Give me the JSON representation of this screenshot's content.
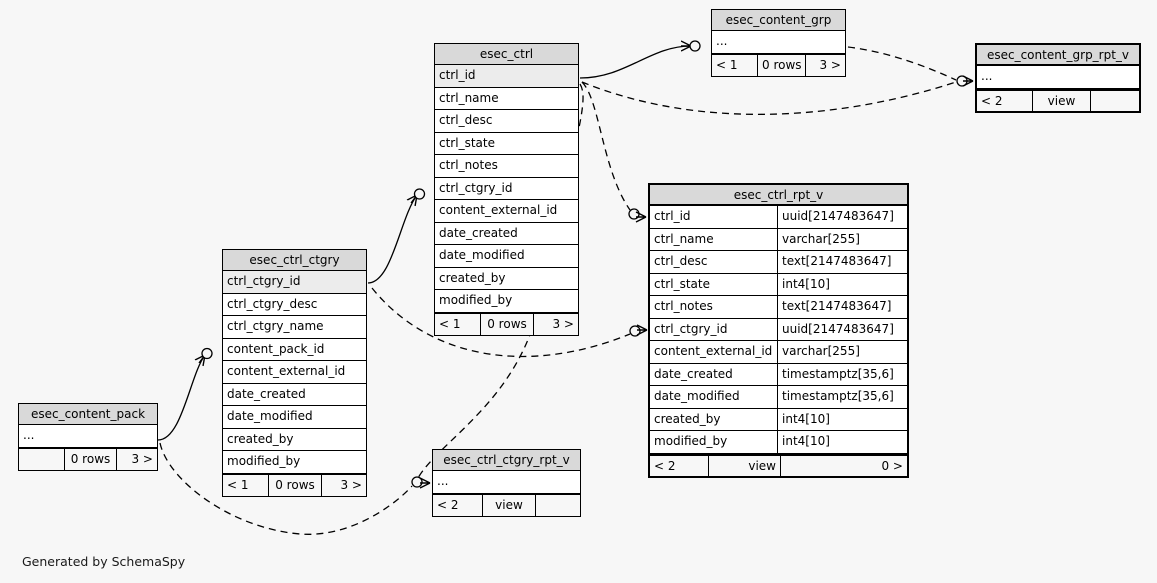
{
  "diagram": {
    "generator_note": "Generated by SchemaSpy",
    "background": "#f7f7f7",
    "header_fill": "#d9d9d9",
    "pk_fill": "#ececec"
  },
  "tables": {
    "esec_ctrl": {
      "name": "esec_ctrl",
      "kind": "table",
      "columns": [
        {
          "name": "ctrl_id",
          "pk": true
        },
        {
          "name": "ctrl_name",
          "pk": false
        },
        {
          "name": "ctrl_desc",
          "pk": false
        },
        {
          "name": "ctrl_state",
          "pk": false
        },
        {
          "name": "ctrl_notes",
          "pk": false
        },
        {
          "name": "ctrl_ctgry_id",
          "pk": false
        },
        {
          "name": "content_external_id",
          "pk": false
        },
        {
          "name": "date_created",
          "pk": false
        },
        {
          "name": "date_modified",
          "pk": false
        },
        {
          "name": "created_by",
          "pk": false
        },
        {
          "name": "modified_by",
          "pk": false
        }
      ],
      "footer": {
        "left": "< 1",
        "center": "0 rows",
        "right": "3 >"
      }
    },
    "esec_ctrl_ctgry": {
      "name": "esec_ctrl_ctgry",
      "kind": "table",
      "columns": [
        {
          "name": "ctrl_ctgry_id",
          "pk": true
        },
        {
          "name": "ctrl_ctgry_desc",
          "pk": false
        },
        {
          "name": "ctrl_ctgry_name",
          "pk": false
        },
        {
          "name": "content_pack_id",
          "pk": false
        },
        {
          "name": "content_external_id",
          "pk": false
        },
        {
          "name": "date_created",
          "pk": false
        },
        {
          "name": "date_modified",
          "pk": false
        },
        {
          "name": "created_by",
          "pk": false
        },
        {
          "name": "modified_by",
          "pk": false
        }
      ],
      "footer": {
        "left": "< 1",
        "center": "0 rows",
        "right": "3 >"
      }
    },
    "esec_content_pack": {
      "name": "esec_content_pack",
      "kind": "table",
      "columns": [
        {
          "name": "...",
          "pk": false
        }
      ],
      "footer": {
        "left": "",
        "center": "0 rows",
        "right": "3 >"
      }
    },
    "esec_content_grp": {
      "name": "esec_content_grp",
      "kind": "table",
      "columns": [
        {
          "name": "...",
          "pk": false
        }
      ],
      "footer": {
        "left": "< 1",
        "center": "0 rows",
        "right": "3 >"
      }
    },
    "esec_content_grp_rpt_v": {
      "name": "esec_content_grp_rpt_v",
      "kind": "view",
      "columns": [
        {
          "name": "...",
          "pk": false
        }
      ],
      "footer": {
        "left": "< 2",
        "center": "view",
        "right": ""
      }
    },
    "esec_ctrl_ctgry_rpt_v": {
      "name": "esec_ctrl_ctgry_rpt_v",
      "kind": "view",
      "columns": [
        {
          "name": "...",
          "pk": false
        }
      ],
      "footer": {
        "left": "< 2",
        "center": "view",
        "right": ""
      }
    },
    "esec_ctrl_rpt_v": {
      "name": "esec_ctrl_rpt_v",
      "kind": "view",
      "columns": [
        {
          "name": "ctrl_id",
          "type": "uuid[2147483647]"
        },
        {
          "name": "ctrl_name",
          "type": "varchar[255]"
        },
        {
          "name": "ctrl_desc",
          "type": "text[2147483647]"
        },
        {
          "name": "ctrl_state",
          "type": "int4[10]"
        },
        {
          "name": "ctrl_notes",
          "type": "text[2147483647]"
        },
        {
          "name": "ctrl_ctgry_id",
          "type": "uuid[2147483647]"
        },
        {
          "name": "content_external_id",
          "type": "varchar[255]"
        },
        {
          "name": "date_created",
          "type": "timestamptz[35,6]"
        },
        {
          "name": "date_modified",
          "type": "timestamptz[35,6]"
        },
        {
          "name": "created_by",
          "type": "int4[10]"
        },
        {
          "name": "modified_by",
          "type": "int4[10]"
        }
      ],
      "footer": {
        "left": "< 2",
        "center": "view",
        "right": "0 >"
      }
    }
  },
  "relationships": [
    {
      "from": "esec_ctrl_ctgry.ctrl_ctgry_id",
      "to": "esec_ctrl.ctrl_ctgry_id",
      "style": "solid"
    },
    {
      "from": "esec_content_pack",
      "to": "esec_ctrl_ctgry.content_pack_id",
      "style": "solid"
    },
    {
      "from": "esec_ctrl.ctrl_id",
      "to": "esec_content_grp",
      "style": "solid"
    },
    {
      "from": "esec_ctrl.ctrl_id",
      "to": "esec_content_grp_rpt_v",
      "style": "dashed"
    },
    {
      "from": "esec_content_grp",
      "to": "esec_content_grp_rpt_v",
      "style": "dashed"
    },
    {
      "from": "esec_ctrl.ctrl_id",
      "to": "esec_ctrl_rpt_v.ctrl_id",
      "style": "dashed"
    },
    {
      "from": "esec_ctrl_ctgry",
      "to": "esec_ctrl_rpt_v.ctrl_ctgry_id",
      "style": "dashed"
    },
    {
      "from": "esec_ctrl.ctrl_ctgry_id",
      "to": "esec_ctrl_ctgry_rpt_v",
      "style": "dashed"
    },
    {
      "from": "esec_content_pack",
      "to": "esec_ctrl_ctgry_rpt_v",
      "style": "dashed"
    }
  ]
}
